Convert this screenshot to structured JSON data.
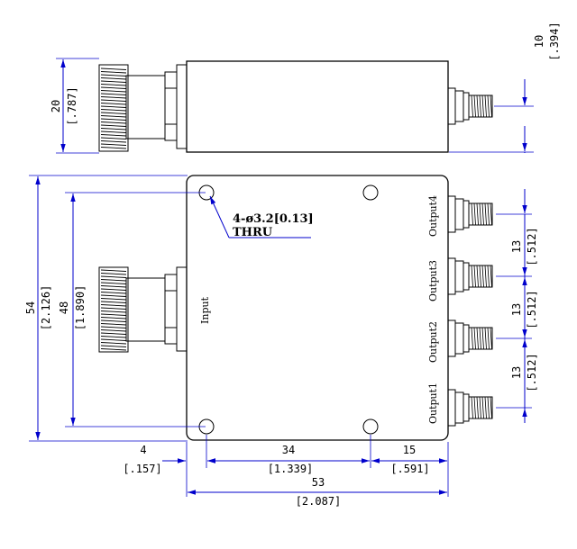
{
  "colors": {
    "outline": "#000000",
    "dimension": "#0000cc"
  },
  "top_view": {
    "height_dim": {
      "value": "20",
      "inch": "[.787]"
    },
    "sma_offset_dim": {
      "value": "10",
      "inch": "[.394]"
    }
  },
  "front_view": {
    "input_label": "Input",
    "output_labels": [
      "Output4",
      "Output3",
      "Output2",
      "Output1"
    ],
    "hole_note": {
      "line1": "4-ø3.2[0.13]",
      "line2": "THRU"
    },
    "height_dim": {
      "value": "54",
      "inch": "[2.126]"
    },
    "hole_spacing_dim": {
      "value": "48",
      "inch": "[1.890]"
    },
    "port_pitch_dims": [
      {
        "value": "13",
        "inch": "[.512]"
      },
      {
        "value": "13",
        "inch": "[.512]"
      },
      {
        "value": "13",
        "inch": "[.512]"
      }
    ],
    "bottom_dims": [
      {
        "value": "4",
        "inch": "[.157]"
      },
      {
        "value": "34",
        "inch": "[1.339]"
      },
      {
        "value": "15",
        "inch": "[.591]"
      }
    ],
    "overall_width_dim": {
      "value": "53",
      "inch": "[2.087]"
    }
  }
}
